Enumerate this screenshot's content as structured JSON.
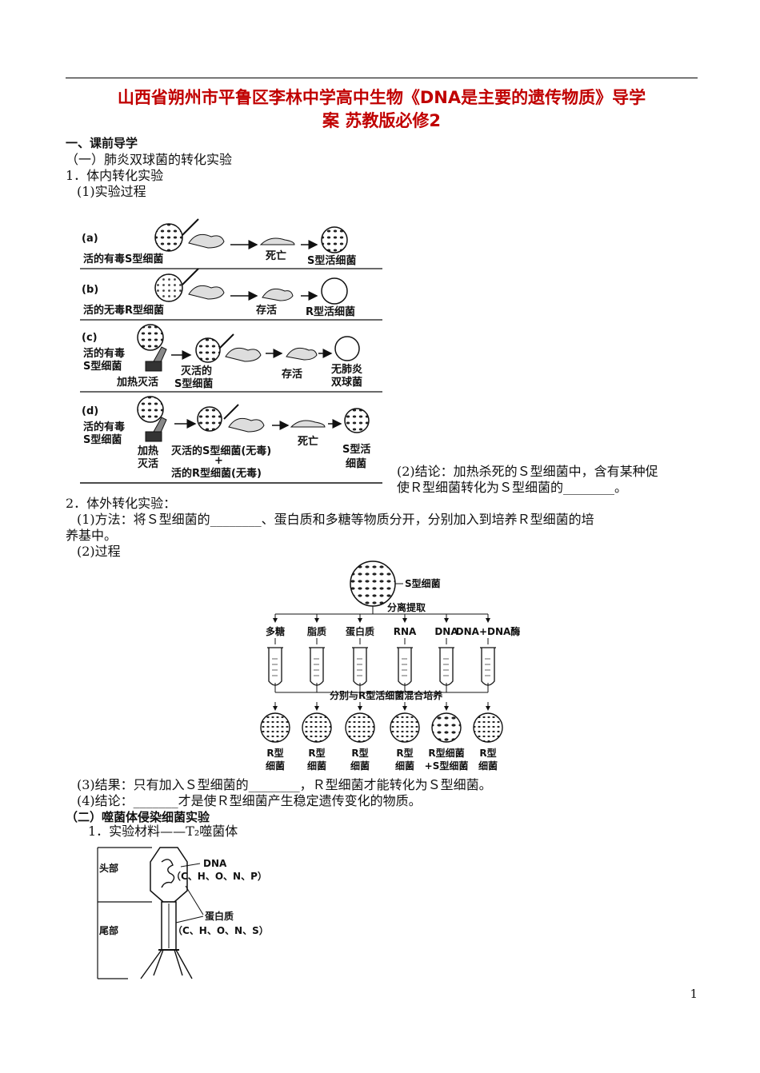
{
  "title_line1": "山西省朔州市平鲁区李林中学高中生物《DNA是主要的遗传物质》导学",
  "title_line2": "案  苏教版必修2",
  "section1": "一、课前导学",
  "sub1": "（一）肺炎双球菌的转化实验",
  "item1": "1．体内转化实验",
  "item1_1": "(1)实验过程",
  "fig1": {
    "a_tag": "(a)",
    "a_src": "活的有毒S型细菌",
    "a_mid": "死亡",
    "a_end": "S型活细菌",
    "b_tag": "(b)",
    "b_src": "活的无毒R型细菌",
    "b_mid": "存活",
    "b_end": "R型活细菌",
    "c_tag": "(c)",
    "c_src1": "活的有毒",
    "c_src2": "S型细菌",
    "c_heat": "加热灭活",
    "c_killed1": "灭活的",
    "c_killed2": "S型细菌",
    "c_mid": "存活",
    "c_end1": "无肺炎",
    "c_end2": "双球菌",
    "d_tag": "(d)",
    "d_src1": "活的有毒",
    "d_src2": "S型细菌",
    "d_heat1": "加热",
    "d_heat2": "灭活",
    "d_mix1": "灭活的S型细菌(无毒)",
    "d_plus": "+",
    "d_mix2": "活的R型细菌(无毒)",
    "d_mid": "死亡",
    "d_end1": "S型活",
    "d_end2": "细菌"
  },
  "concl1_line1": "(2)结论：加热杀死的Ｓ型细菌中，含有某种促",
  "concl1_line2": "使Ｒ型细菌转化为Ｓ型细菌的________。",
  "item2": "2．体外转化实验：",
  "item2_1_line1": "(1)方法：将Ｓ型细菌的________、蛋白质和多糖等物质分开，分别加入到培养Ｒ型细菌的培",
  "item2_1_line2": "养基中。",
  "item2_2": "(2)过程",
  "fig2": {
    "s_label": "S型细菌",
    "separate": "分离提取",
    "tubes": [
      "多糖",
      "脂质",
      "蛋白质",
      "RNA",
      "DNA",
      "DNA+DNA酶"
    ],
    "mix": "分别与R型活细菌混合培养",
    "results": [
      [
        "R型",
        "细菌"
      ],
      [
        "R型",
        "细菌"
      ],
      [
        "R型",
        "细菌"
      ],
      [
        "R型",
        "细菌"
      ],
      [
        "R型细菌",
        "+S型细菌"
      ],
      [
        "R型",
        "细菌"
      ]
    ]
  },
  "item2_3": "(3)结果：只有加入Ｓ型细菌的________，Ｒ型细菌才能转化为Ｓ型细菌。",
  "item2_4": "(4)结论：_______才是使Ｒ型细菌产生稳定遗传变化的物质。",
  "sub2": "（二）噬菌体侵染细菌实验",
  "sub2_item1": "1．实验材料——T₂噬菌体",
  "fig3": {
    "head": "头部",
    "tail": "尾部",
    "dna": "DNA",
    "dna_el": "（C、H、O、N、P）",
    "protein": "蛋白质",
    "protein_el": "（C、H、O、N、S）"
  },
  "page_number": "1"
}
